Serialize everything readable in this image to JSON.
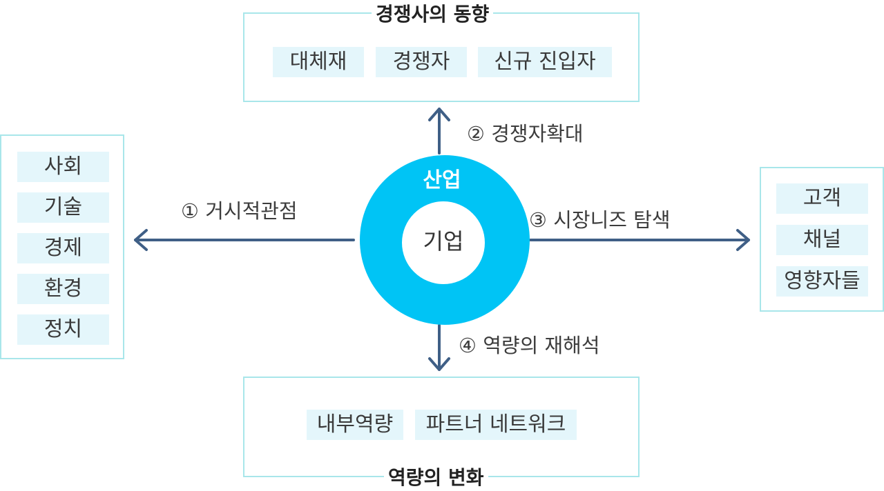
{
  "center": {
    "outer_label": "산업",
    "inner_label": "기업"
  },
  "top": {
    "title": "경쟁사의 동향",
    "items": [
      "대체재",
      "경쟁자",
      "신규 진입자"
    ]
  },
  "left": {
    "items": [
      "사회",
      "기술",
      "경제",
      "환경",
      "정치"
    ]
  },
  "right": {
    "items": [
      "고객",
      "채널",
      "영향자들"
    ]
  },
  "bottom": {
    "title": "역량의 변화",
    "items": [
      "내부역량",
      "파트너 네트워크"
    ]
  },
  "arrows": {
    "left": "① 거시적관점",
    "up": "② 경쟁자확대",
    "right": "③ 시장니즈 탐색",
    "down": "④ 역량의 재해석"
  },
  "colors": {
    "ring": "#00c4f5",
    "arrow": "#3f5f86",
    "box_border": "#a8e6ea",
    "chip_bg": "#e4f6fb"
  }
}
